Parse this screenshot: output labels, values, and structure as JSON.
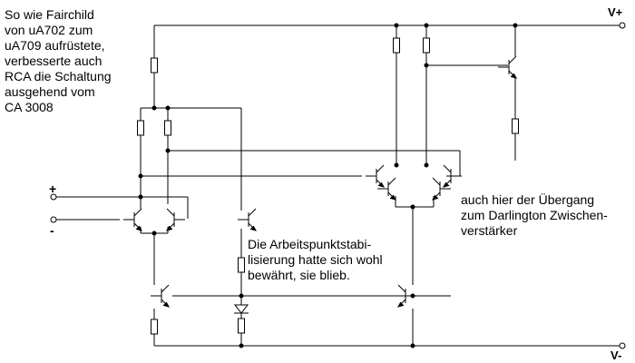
{
  "notes": {
    "intro": "So wie Fairchild\nvon uA702 zum\nuA709 aufrüstete,\nverbesserte auch\nRCA die Schaltung\nausgehend vom\nCA 3008",
    "bias": "Die Arbeitspunktstabi-\nlisierung hatte sich wohl\nbewährt, sie blieb.",
    "darlington": "auch hier der Übergang\nzum Darlington Zwischen-\nverstärker"
  },
  "rails": {
    "positive": "V+",
    "negative": "V-"
  },
  "inputs": {
    "plus": "+",
    "minus": "-"
  },
  "colors": {
    "ink": "#000000",
    "background": "#ffffff"
  }
}
